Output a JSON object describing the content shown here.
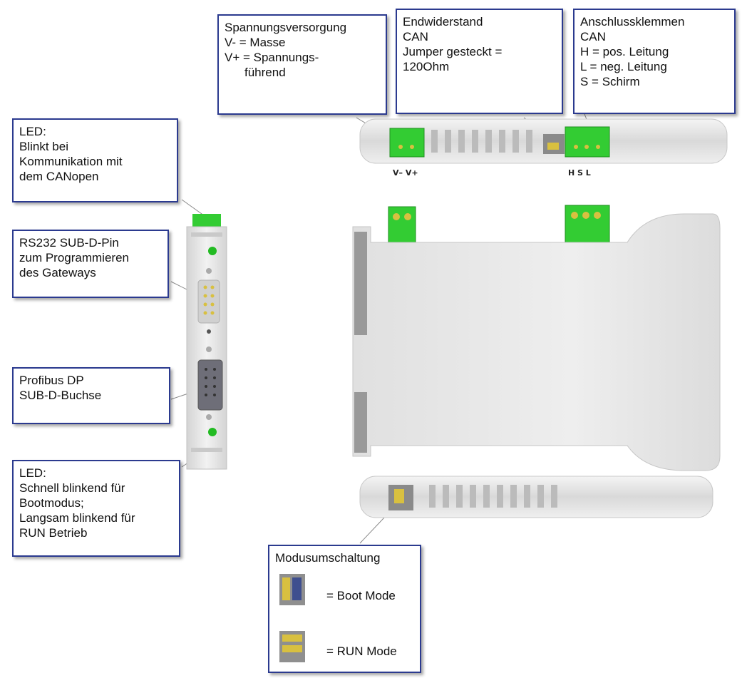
{
  "callouts": {
    "power": {
      "lines": [
        "Spannungsversorgung",
        "V-  = Masse",
        "V+  = Spannungs-",
        "führend"
      ]
    },
    "termination": {
      "lines": [
        "Endwiderstand",
        "CAN",
        "Jumper gesteckt =",
        "120Ohm"
      ]
    },
    "terminals": {
      "lines": [
        "Anschlussklemmen",
        "CAN",
        "H = pos. Leitung",
        "L = neg. Leitung",
        "S = Schirm"
      ]
    },
    "led_top": {
      "lines": [
        "LED:",
        "Blinkt bei",
        "Kommunikation mit",
        "dem CANopen"
      ]
    },
    "rs232": {
      "lines": [
        "RS232 SUB-D-Pin",
        "zum Programmieren",
        "des Gateways"
      ]
    },
    "profibus": {
      "lines": [
        "Profibus DP",
        "SUB-D-Buchse"
      ]
    },
    "led_bottom": {
      "lines": [
        "LED:",
        "Schnell blinkend für",
        "Bootmodus;",
        "Langsam blinkend für",
        "RUN Betrieb"
      ]
    }
  },
  "connector_labels": {
    "power": "V– V+",
    "can": "H  S  L"
  },
  "mode_switch": {
    "title": "Modusumschaltung",
    "boot": "= Boot Mode",
    "run": "= RUN Mode"
  },
  "colors": {
    "terminal_green": "#33cc33",
    "border_blue": "#2b3a8f",
    "housing_gray": "#e6e6e6",
    "led_green": "#22bb22"
  }
}
